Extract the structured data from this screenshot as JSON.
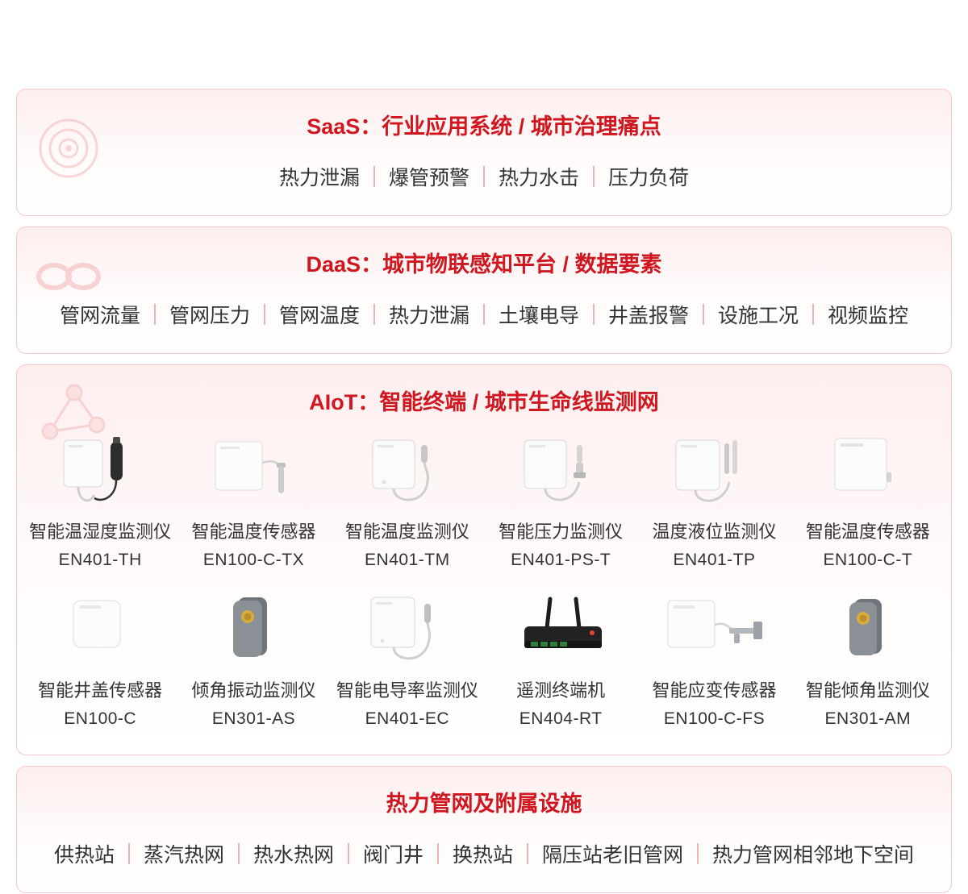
{
  "sections": {
    "saas": {
      "title": "SaaS：行业应用系统 / 城市治理痛点",
      "items": [
        "热力泄漏",
        "爆管预警",
        "热力水击",
        "压力负荷"
      ]
    },
    "daas": {
      "title": "DaaS：城市物联感知平台 / 数据要素",
      "items": [
        "管网流量",
        "管网压力",
        "管网温度",
        "热力泄漏",
        "土壤电导",
        "井盖报警",
        "设施工况",
        "视频监控"
      ]
    },
    "aiot": {
      "title": "AIoT：智能终端 / 城市生命线监测网",
      "products": [
        {
          "name": "智能温湿度监测仪",
          "model": "EN401-TH"
        },
        {
          "name": "智能温度传感器",
          "model": "EN100-C-TX"
        },
        {
          "name": "智能温度监测仪",
          "model": "EN401-TM"
        },
        {
          "name": "智能压力监测仪",
          "model": "EN401-PS-T"
        },
        {
          "name": "温度液位监测仪",
          "model": "EN401-TP"
        },
        {
          "name": "智能温度传感器",
          "model": "EN100-C-T"
        },
        {
          "name": "智能井盖传感器",
          "model": "EN100-C"
        },
        {
          "name": "倾角振动监测仪",
          "model": "EN301-AS"
        },
        {
          "name": "智能电导率监测仪",
          "model": "EN401-EC"
        },
        {
          "name": "遥测终端机",
          "model": "EN404-RT"
        },
        {
          "name": "智能应变传感器",
          "model": "EN100-C-FS"
        },
        {
          "name": "智能倾角监测仪",
          "model": "EN301-AM"
        }
      ]
    },
    "infra": {
      "title": "热力管网及附属设施",
      "items": [
        "供热站",
        "蒸汽热网",
        "热水热网",
        "阀门井",
        "换热站",
        "隔压站老旧管网",
        "热力管网相邻地下空间"
      ]
    }
  },
  "colors": {
    "accent_red": "#d0161f",
    "border_pink": "#f6caca",
    "separator_pink": "#f0b3b3",
    "text_dark": "#333333"
  },
  "icons": {
    "saas_watermark": "target-rings-icon",
    "daas_watermark": "infinity-icon",
    "aiot_watermark": "network-nodes-icon"
  }
}
